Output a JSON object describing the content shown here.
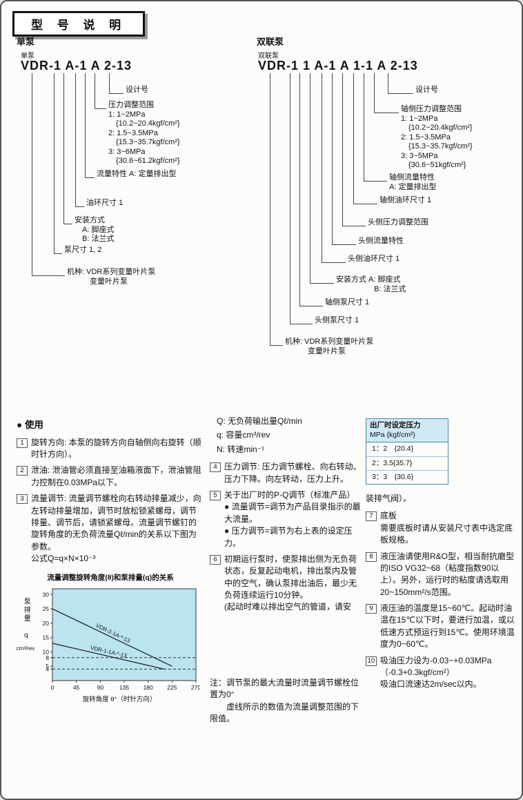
{
  "page": {
    "title": "型 号 说 明"
  },
  "single_pump": {
    "section_label": "单泵",
    "code_label": "单泵",
    "model_code": "VDR-1 A-1 A 2-13",
    "callouts": [
      {
        "label": "设计号"
      },
      {
        "label": "压力调整范围\n1: 1~2MPa\n　{10.2~20.4kgf/cm²}\n2: 1.5~3.5MPa\n　{15.3~35.7kgf/cm²}\n3: 3~6MPa\n　{30.6~61.2kgf/cm²}"
      },
      {
        "label": "流量特性 A: 定量排出型"
      },
      {
        "label": "油环尺寸 1"
      },
      {
        "label": "安装方式\n　A: 脚座式\n　B: 法兰式"
      },
      {
        "label": "泵尺寸 1, 2"
      },
      {
        "label": "机种: VDR系列变量叶片泵\n　　　变量叶片泵"
      }
    ]
  },
  "double_pump": {
    "section_label": "双联泵",
    "code_label": "双联泵",
    "model_code": "VDR-1 1 A-1 A 1-1 A 2-13",
    "callouts": [
      {
        "label": "设计号"
      },
      {
        "label": "轴侧压力调整范围\n1: 1~2MPa\n　{10.2~20.4kgf/cm²}\n2: 1.5~3.5MPa\n　{15.3~35.7kgf/cm²}\n3: 3~5MPa\n　{30.6~51kgf/cm²}"
      },
      {
        "label": "轴侧流量特性\nA: 定量排出型"
      },
      {
        "label": "轴侧油环尺寸 1"
      },
      {
        "label": "头侧压力调整范围"
      },
      {
        "label": "头侧流量特性"
      },
      {
        "label": "头侧油环尺寸 1"
      },
      {
        "label": "安装方式 A: 脚座式\n　　　　　B: 法兰式"
      },
      {
        "label": "轴侧泵尺寸 1"
      },
      {
        "label": "头侧泵尺寸 1"
      },
      {
        "label": "机种: VDR系列变量叶片泵\n　　　变量叶片泵"
      }
    ]
  },
  "usage": {
    "heading": "● 使用",
    "col1_items": [
      {
        "num": "1",
        "text": "旋转方向: 本泵的旋转方向自轴侧向右旋转（顺时针方向）。"
      },
      {
        "num": "2",
        "text": "泄油: 泄油管必须直接至油箱液面下，泄油管阻力控制在0.03MPa以下。"
      },
      {
        "num": "3",
        "text": "流量调节: 流量调节螺栓向右转动排量减少，向左转动排量增加，调节时放松锁紧螺母，调节排量、调节后，请锁紧螺母。流量调节螺钉的旋转角度的无负荷流量Qℓ/min的关系以下图为参数。\n公式Q=q×N×10⁻³"
      }
    ],
    "definitions": [
      "Q: 无负荷输出量Qℓ/min",
      "q: 容量cm³/rev",
      "N: 转速min⁻¹"
    ],
    "col2_items": [
      {
        "num": "4",
        "text": "压力调节: 压力调节螺栓、向右转动、压力下降。向左转动，压力上升。"
      },
      {
        "num": "5",
        "text": "关于出厂时的P-Q调节（标准产品）\n● 流量调节=调节为产品目录指示的最大流量。\n● 压力调节=调节为右上表的设定压力。"
      },
      {
        "num": "6",
        "text": "初期运行泵时，使泵排出侧为无负荷状态，反复起动电机，排出泵内及管中的空气，确认泵排出油后，最少无负荷连续运行10分钟。\n(起动时难以排出空气的管道，请安"
      }
    ],
    "col3_continuation": "装排气阀）。",
    "col3_items": [
      {
        "num": "7",
        "text": "底板\n需要底板时请从安装尺寸表中选定底板规格。"
      },
      {
        "num": "8",
        "text": "液压油请使用R&O型，相当耐抗磨型的ISO VG32~68（粘度指数90以上）。另外，运行时的粘度请选取用20~150mm²/s范围。"
      },
      {
        "num": "9",
        "text": "液压油的温度是15~60℃。起动时油温在15℃以下时，要进行加温，或以低速方式预运行到15℃。使用环境温度为0~60℃。"
      },
      {
        "num": "10",
        "text": "吸油压力设为-0.03~+0.03MPa\n（-0.3+0.3kgf/cm²）\n吸油口流速达2m/sec以内。"
      }
    ],
    "note": "注：调节泵的最大流量时流量调节螺栓位置为0°\n　　虚线所示的数值为流量调整范围的下限值。"
  },
  "pressure_table": {
    "header_line1": "出厂时设定压力",
    "header_line2": "MPa {kgf/cm²}",
    "rows": [
      "1：2　{20.4}",
      "2：3.5{35.7}",
      "3：3　{30.6}"
    ]
  },
  "chart_data": {
    "type": "line",
    "title": "流量调整旋转角度(θ)和泵排量(q)的关系",
    "xlabel": "旋转角度 θ°（时针方向）",
    "ylabel": "泵排量 q cm³/rev",
    "ylabel_main": "泵排量 q",
    "ylabel_unit": "cm³/rev",
    "xlim": [
      0,
      270
    ],
    "ylim": [
      0,
      32
    ],
    "x_ticks": [
      0,
      45,
      90,
      135,
      180,
      225,
      270
    ],
    "y_ticks": [
      30,
      25,
      20,
      15,
      10,
      8,
      5,
      4
    ],
    "dashed_levels": [
      8,
      4
    ],
    "plot_bg": "#b9e4f0",
    "series": [
      {
        "name": "VDR-2-1A-*-13",
        "points": [
          [
            0,
            25
          ],
          [
            225,
            5
          ]
        ]
      },
      {
        "name": "VDR-1-1A-*-13",
        "points": [
          [
            0,
            13
          ],
          [
            210,
            4
          ]
        ]
      }
    ]
  }
}
